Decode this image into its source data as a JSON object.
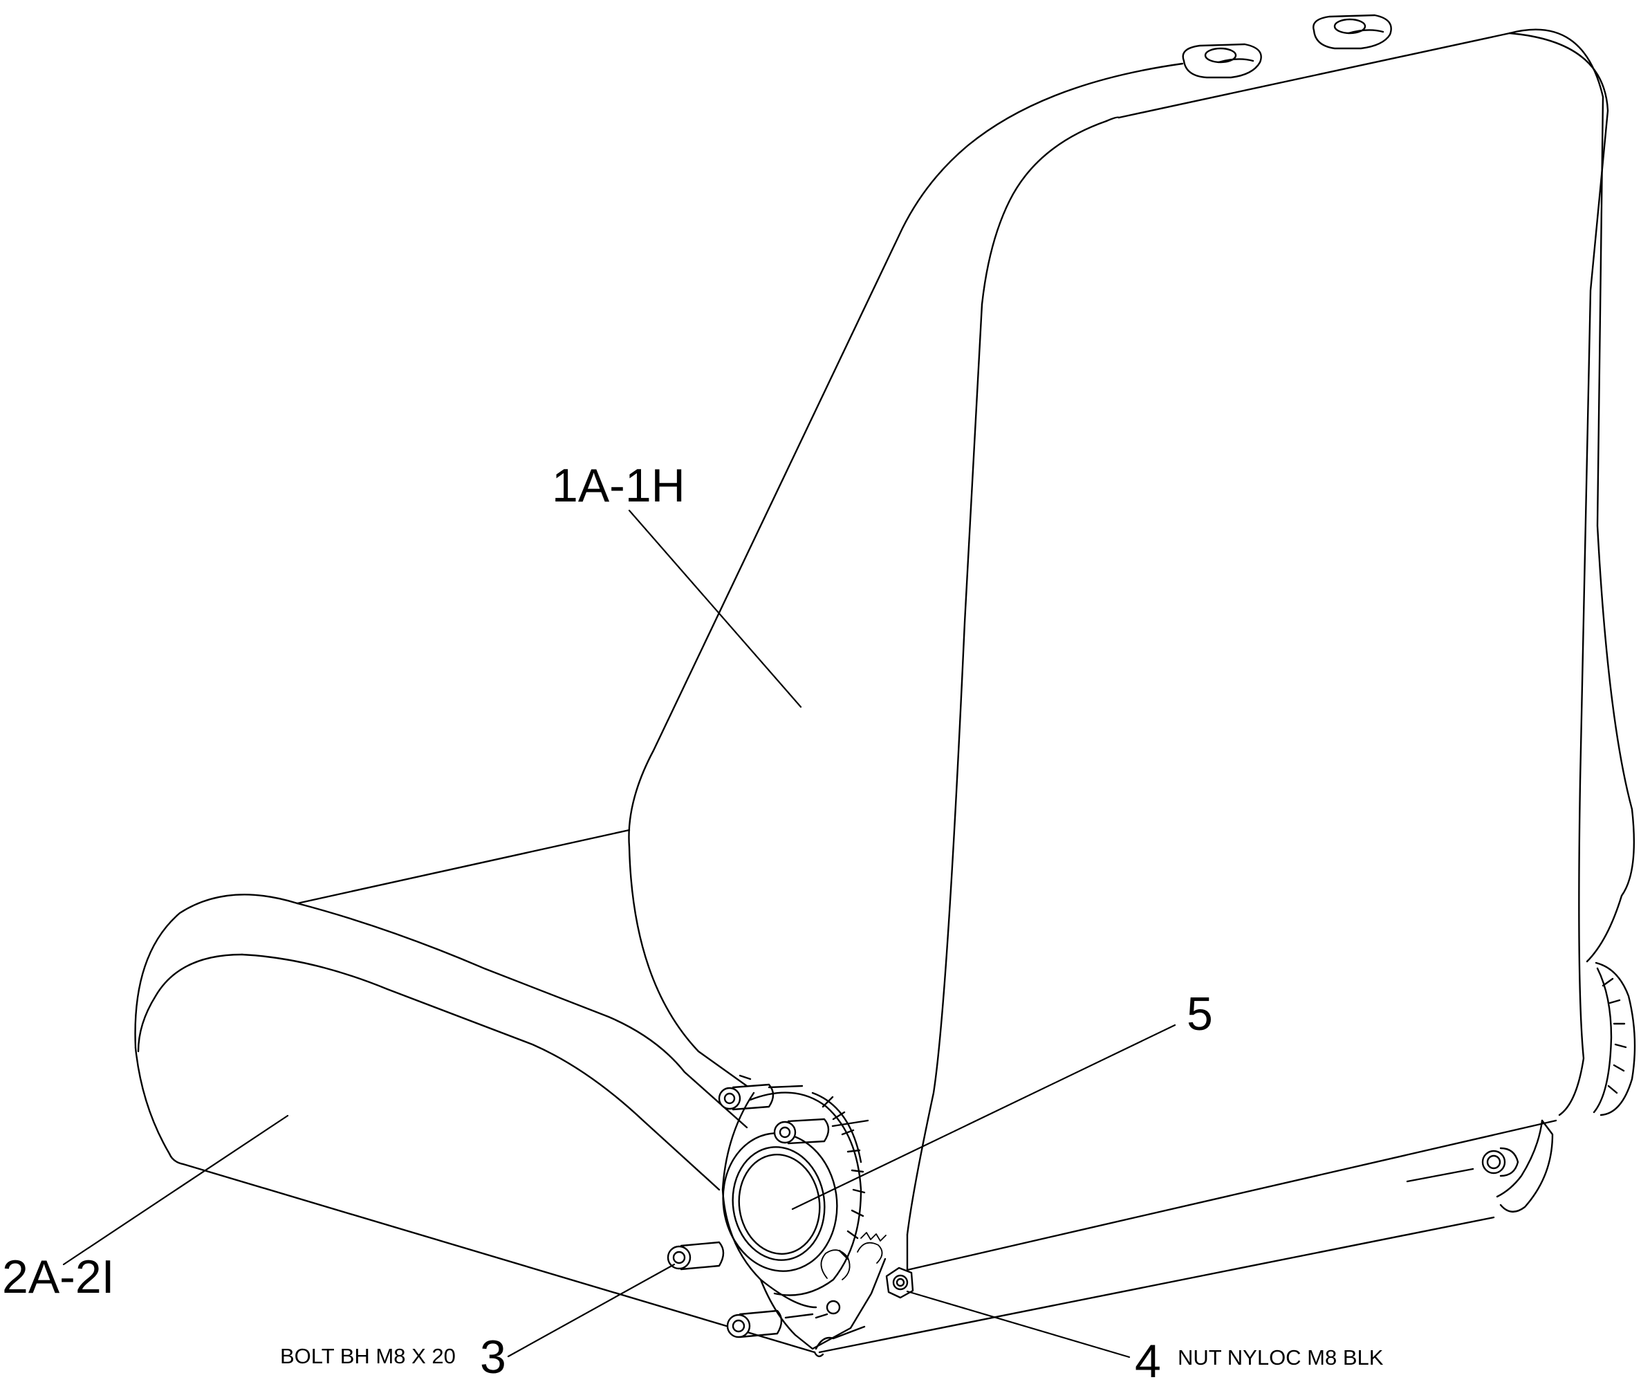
{
  "colors": {
    "line": "#000000",
    "background": "#ffffff"
  },
  "callouts": {
    "backrest": {
      "number": "1A-1H"
    },
    "cushion": {
      "number": "2A-2I"
    },
    "bolt": {
      "number": "3",
      "description": "BOLT BH M8 X 20"
    },
    "nut": {
      "number": "4",
      "description": "NUT NYLOC M8 BLK"
    },
    "recliner": {
      "number": "5"
    }
  }
}
